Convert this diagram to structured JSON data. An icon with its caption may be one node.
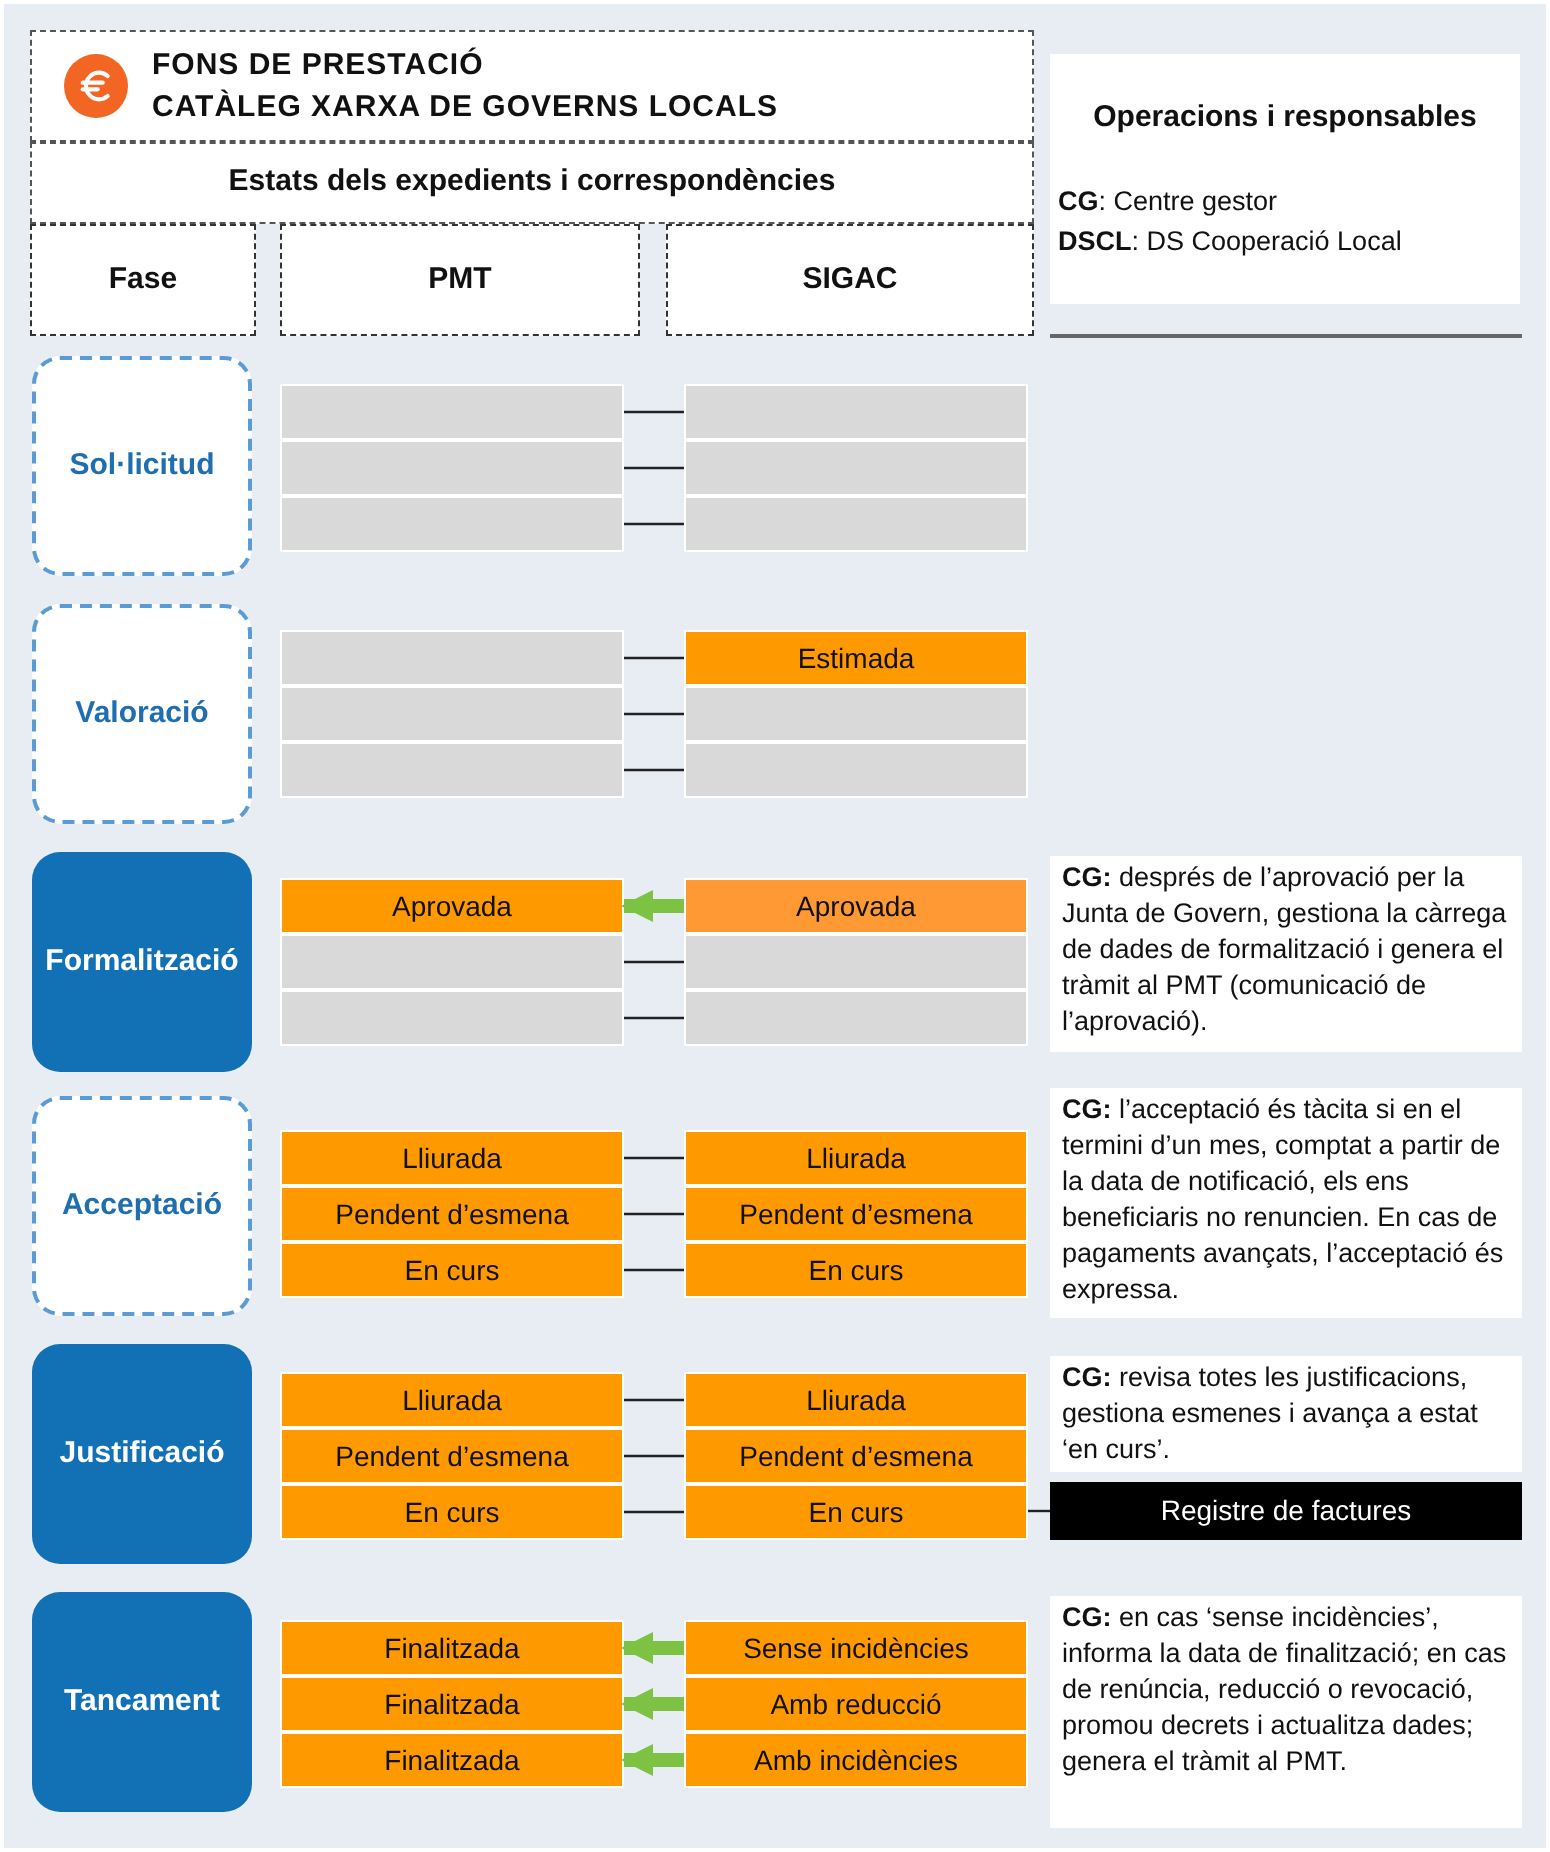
{
  "diagram": {
    "nodes": [
      {
        "text": [
          "FONS DE PRESTACIÓ",
          "CATÀLEG XARXA DE GOVERNS LOCALS"
        ]
      },
      {
        "text": [
          "Estats dels expedients i correspondències"
        ]
      },
      {
        "text": [
          "Fase"
        ]
      },
      {
        "text": [
          "PMT"
        ]
      },
      {
        "text": [
          "SIGAC"
        ]
      },
      {
        "text": [
          "Operacions i responsables",
          "**CG**: Centre gestor",
          "**DSCL**: DS Cooperació Local"
        ]
      },
      {
        "text": [
          "Sol·licitud"
        ]
      },
      {
        "text": [],
        "shape": "box"
      },
      {
        "text": [],
        "shape": "box"
      },
      {
        "text": [],
        "shape": "box"
      },
      {
        "text": [],
        "shape": "box"
      },
      {
        "text": [],
        "shape": "box"
      },
      {
        "text": [],
        "shape": "box"
      },
      {
        "text": [
          "Valoració"
        ]
      },
      {
        "text": [],
        "shape": "box"
      },
      {
        "text": [],
        "shape": "box"
      },
      {
        "text": [],
        "shape": "box"
      },
      {
        "text": [
          "Estimada"
        ]
      },
      {
        "text": [],
        "shape": "box"
      },
      {
        "text": [],
        "shape": "box"
      },
      {
        "text": [
          "Formalització"
        ]
      },
      {
        "text": [
          "Aprovada"
        ]
      },
      {
        "text": [],
        "shape": "box"
      },
      {
        "text": [],
        "shape": "box"
      },
      {
        "text": [
          "Aprovada"
        ]
      },
      {
        "text": [],
        "shape": "box"
      },
      {
        "text": [],
        "shape": "box"
      },
      {
        "text": [
          "**CG:** després de l’aprovació per la Junta de Govern, gestiona la càrrega de dades de formalització i genera el tràmit al PMT (comunicació de l’aprovació)."
        ]
      },
      {
        "text": [
          "Acceptació"
        ]
      },
      {
        "text": [
          "Lliurada"
        ]
      },
      {
        "text": [
          "Pendent d’esmena"
        ]
      },
      {
        "text": [
          "En curs"
        ]
      },
      {
        "text": [
          "Lliurada"
        ]
      },
      {
        "text": [
          "Pendent d’esmena"
        ]
      },
      {
        "text": [
          "En curs"
        ]
      },
      {
        "text": [
          "**CG:** l’acceptació és tàcita si en el termini d’un mes, comptat a partir de la data de notificació, els ens beneficiaris no renuncien. En cas de pagaments avançats, l’acceptació és expressa."
        ]
      },
      {
        "text": [
          "Justificació"
        ]
      },
      {
        "text": [
          "Lliurada"
        ]
      },
      {
        "text": [
          "Pendent d’esmena"
        ]
      },
      {
        "text": [
          "En curs"
        ]
      },
      {
        "text": [
          "Lliurada"
        ]
      },
      {
        "text": [
          "Pendent d’esmena"
        ]
      },
      {
        "text": [
          "En curs"
        ]
      },
      {
        "text": [
          "**CG:** revisa totes les justificacions, gestiona esmenes i avança a estat ‘en curs’."
        ]
      },
      {
        "text": [
          "Registre de factures"
        ]
      },
      {
        "text": [
          "Tancament"
        ]
      },
      {
        "text": [
          "Finalitzada"
        ]
      },
      {
        "text": [
          "Finalitzada"
        ]
      },
      {
        "text": [
          "Finalitzada"
        ]
      },
      {
        "text": [
          "Sense incidències"
        ]
      },
      {
        "text": [
          "Amb reducció"
        ]
      },
      {
        "text": [
          "Amb incidències"
        ]
      },
      {
        "text": [
          "**CG:** en cas ‘sense incidències’, informa la data de finalització; en cas de renúncia, reducció o revocació, promou decrets i actualitza dades; genera el tràmit al PMT."
        ]
      }
    ],
    "edges": [
      {
        "from": 7,
        "to": 10,
        "arrow": "none"
      },
      {
        "from": 8,
        "to": 11,
        "arrow": "none"
      },
      {
        "from": 9,
        "to": 12,
        "arrow": "none"
      },
      {
        "from": 14,
        "to": 17,
        "arrow": "none"
      },
      {
        "from": 15,
        "to": 18,
        "arrow": "none"
      },
      {
        "from": 16,
        "to": 19,
        "arrow": "none"
      },
      {
        "from": 24,
        "to": 21,
        "arrow": "to",
        "style": "thick",
        "color": "#7dc243"
      },
      {
        "from": 22,
        "to": 25,
        "arrow": "none"
      },
      {
        "from": 23,
        "to": 26,
        "arrow": "none"
      },
      {
        "from": 29,
        "to": 32,
        "arrow": "none"
      },
      {
        "from": 30,
        "to": 33,
        "arrow": "none"
      },
      {
        "from": 31,
        "to": 34,
        "arrow": "none"
      },
      {
        "from": 37,
        "to": 40,
        "arrow": "none"
      },
      {
        "from": 38,
        "to": 41,
        "arrow": "none"
      },
      {
        "from": 39,
        "to": 42,
        "arrow": "none"
      },
      {
        "from": 42,
        "to": 44,
        "arrow": "none"
      },
      {
        "from": 49,
        "to": 46,
        "arrow": "to",
        "style": "thick",
        "color": "#7dc243"
      },
      {
        "from": 50,
        "to": 47,
        "arrow": "to",
        "style": "thick",
        "color": "#7dc243"
      },
      {
        "from": 51,
        "to": 48,
        "arrow": "to",
        "style": "thick",
        "color": "#7dc243"
      }
    ]
  }
}
